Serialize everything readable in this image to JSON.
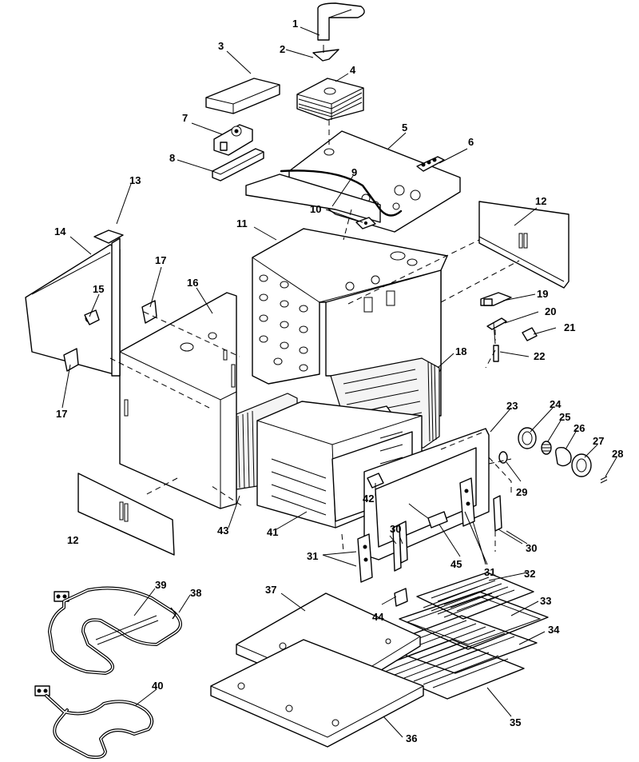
{
  "diagram": {
    "callouts": [
      "1",
      "2",
      "3",
      "4",
      "5",
      "6",
      "7",
      "8",
      "9",
      "10",
      "11",
      "12",
      "12",
      "13",
      "14",
      "15",
      "16",
      "17",
      "17",
      "18",
      "19",
      "20",
      "21",
      "22",
      "23",
      "24",
      "25",
      "26",
      "27",
      "28",
      "29",
      "30",
      "30",
      "30",
      "31",
      "31",
      "31",
      "32",
      "33",
      "34",
      "35",
      "36",
      "37",
      "38",
      "39",
      "40",
      "41",
      "42",
      "43",
      "44",
      "45"
    ]
  }
}
